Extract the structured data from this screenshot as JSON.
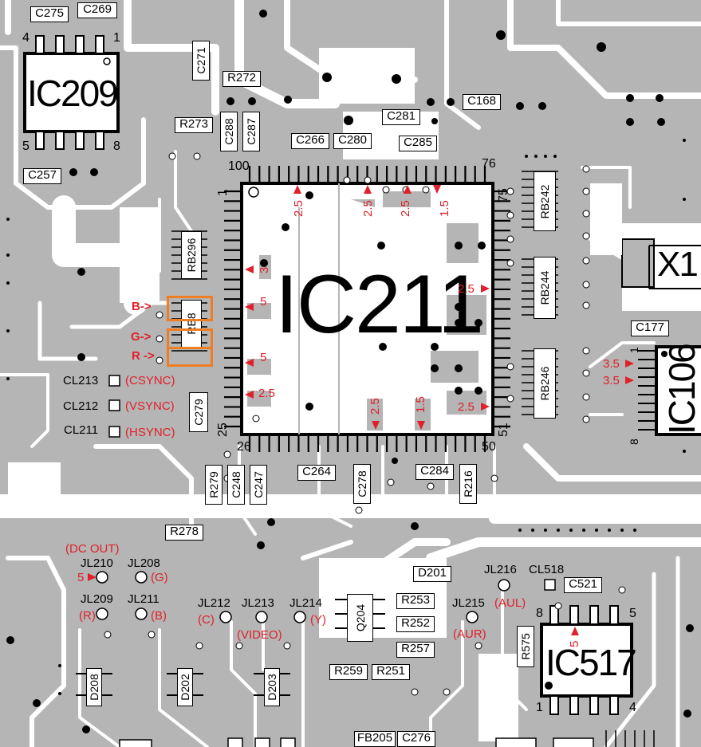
{
  "chips": {
    "ic211": "IC211",
    "ic209": "IC209",
    "ic517": "IC517",
    "ic106": "IC106",
    "x1": "X1"
  },
  "pins": {
    "ic211_100": "100",
    "ic211_76": "76",
    "ic211_75": "75",
    "ic211_1": "1",
    "ic211_25": "25",
    "ic211_26": "26",
    "ic211_50": "50",
    "ic211_51": "51",
    "ic209_4": "4",
    "ic209_1": "1",
    "ic209_5": "5",
    "ic209_8": "8",
    "ic517_8": "8",
    "ic517_5": "5",
    "ic517_1": "1",
    "ic517_4": "4",
    "ic106_1": "1",
    "ic106_8": "8"
  },
  "components_h": {
    "c275": "C275",
    "c269": "C269",
    "r272": "R272",
    "r273": "R273",
    "c257": "C257",
    "c266": "C266",
    "c280": "C280",
    "c281": "C281",
    "c285": "C285",
    "c168": "C168",
    "c177": "C177",
    "c264": "C264",
    "c284": "C284",
    "r278": "R278",
    "d201": "D201",
    "c521": "C521",
    "r253": "R253",
    "r252": "R252",
    "r257": "R257",
    "r259": "R259",
    "r251": "R251",
    "fb205": "FB205",
    "c276": "C276"
  },
  "components_v": {
    "c271": "C271",
    "c288": "C288",
    "c287": "C287",
    "rb296": "RB296",
    "rb242": "RB242",
    "rb244": "RB244",
    "rb246": "RB246",
    "c279": "C279",
    "r279": "R279",
    "c248": "C248",
    "c247": "C247",
    "c278": "C278",
    "r216": "R216",
    "q204": "Q204",
    "r575": "R575",
    "d208": "D208",
    "d202": "D202",
    "d203": "D203",
    "rb8": "RB8"
  },
  "test_points": {
    "cl213": "CL213",
    "cl212": "CL212",
    "cl211": "CL211",
    "cl518": "CL518",
    "jl210": "JL210",
    "jl208": "JL208",
    "jl209": "JL209",
    "jl211": "JL211",
    "jl212": "JL212",
    "jl213": "JL213",
    "jl214": "JL214",
    "jl215": "JL215",
    "jl216": "JL216"
  },
  "signals": {
    "csync": "(CSYNC)",
    "vsync": "(VSYNC)",
    "hsync": "(HSYNC)",
    "dc_out": "(DC OUT)",
    "g": "(G)",
    "r": "(R)",
    "b": "(B)",
    "c": "(C)",
    "video": "(VIDEO)",
    "y": "(Y)",
    "aul": "(AUL)",
    "aur": "(AUR)"
  },
  "rgb_markers": {
    "b": "B->",
    "g": "G->",
    "r": "R ->"
  },
  "voltages": {
    "v_top1": "2.5",
    "v_top2": "2.5",
    "v_top3": "2.5",
    "v_top4": "1.5",
    "v_left1": "3",
    "v_left2": "5",
    "v_left3": "5",
    "v_left4": "2.5",
    "v_right1": "2.5",
    "v_right2": "2.5",
    "v_bot1": "2.5",
    "v_bot2": "1.5",
    "v_ic106_1": "3.5",
    "v_ic106_2": "3.5",
    "v_jl210": "5",
    "v_ic517": "5"
  },
  "colors": {
    "board": "#b5b5b5",
    "trace": "#ffffff",
    "highlight": "#ee7d23",
    "annotation": "#e0202a"
  }
}
